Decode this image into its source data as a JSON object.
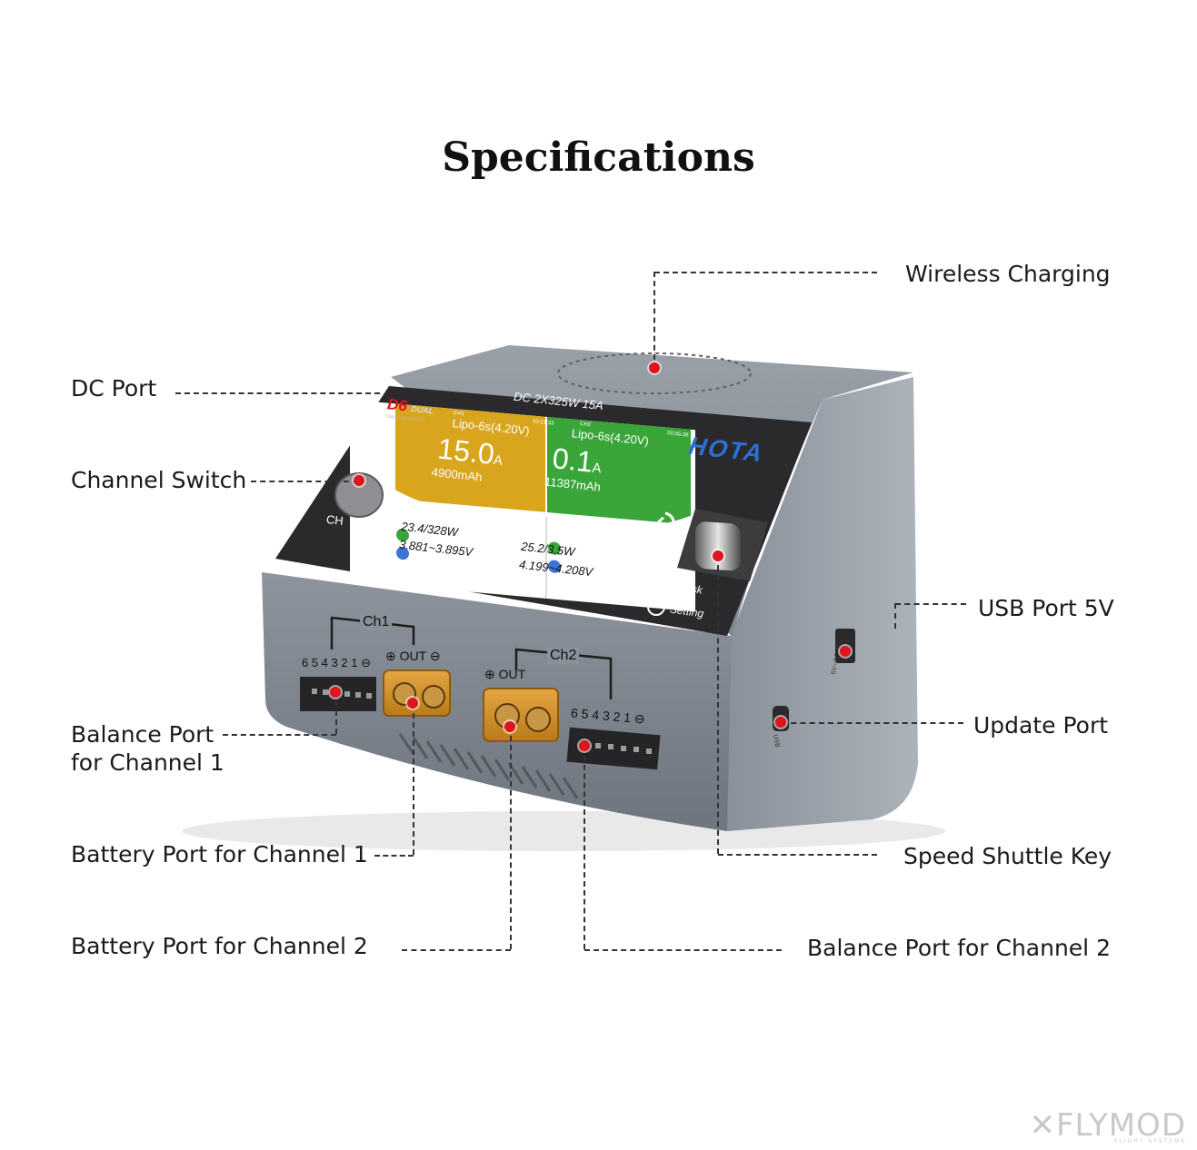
{
  "title": "Specifications",
  "labels": {
    "wireless_charging": "Wireless Charging",
    "dc_port": "DC Port",
    "channel_switch": "Channel Switch",
    "usb_port": "USB Port 5V",
    "update_port": "Update Port",
    "balance_ch1_line1": "Balance Port",
    "balance_ch1_line2": "for Channel 1",
    "battery_ch1": "Battery Port for Channel 1",
    "speed_shuttle": "Speed Shuttle Key",
    "battery_ch2": "Battery Port for Channel 2",
    "balance_ch2": "Balance Port for Channel 2"
  },
  "device": {
    "model": "D6",
    "model_suffix": "DUAL",
    "model_sub": "SMART CHARGER",
    "header": "DC 2X325W  15A",
    "brand": "HOTA",
    "ch1": {
      "tag": "CH1",
      "time": "00:21:33",
      "mode": "Lipo-6s(4.20V)",
      "current": "15.0",
      "unit": "A",
      "capacity": "4900mAh",
      "power": "23.4/328W",
      "voltage": "3.881~3.895V"
    },
    "ch2": {
      "tag": "CH2",
      "time": "00:55:38",
      "mode": "Lipo-6s(4.20V)",
      "current": "0.1",
      "unit": "A",
      "capacity": "11387mAh",
      "power": "25.2/3.5W",
      "voltage": "4.199~4.208V"
    },
    "ch_button": "CH",
    "task": "Task",
    "setting": "Setting",
    "port_ch1": "Ch1",
    "port_ch2": "Ch2",
    "out": "OUT",
    "balance_pins": "6 5 4 3 2 1",
    "usb_side": "5V⎓2.1A",
    "usb_label": "USB",
    "colors": {
      "body": "#8d939c",
      "ch1": "#d8a51c",
      "ch2": "#3aa63a",
      "accent": "#e0141e"
    }
  },
  "watermark": {
    "text": "FLYMOD",
    "sub": "FLIGHT SYSTEMS"
  }
}
